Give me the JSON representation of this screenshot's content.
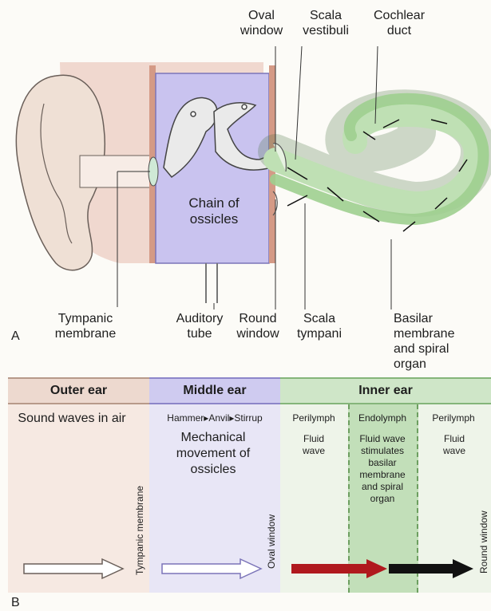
{
  "panel_a": {
    "letter": "A",
    "labels": {
      "oval_window": "Oval window",
      "scala_vestibuli": "Scala vestibuli",
      "cochlear_duct": "Cochlear duct",
      "chain_of_ossicles": "Chain of ossicles",
      "tympanic_membrane": "Tympanic membrane",
      "auditory_tube": "Auditory tube",
      "round_window": "Round window",
      "scala_tympani": "Scala tympani",
      "basilar_membrane": "Basilar membrane and spiral organ"
    }
  },
  "panel_b": {
    "letter": "B",
    "outer_ear": {
      "title": "Outer ear",
      "text": "Sound waves in air"
    },
    "middle_ear": {
      "title": "Middle ear",
      "sequence": "Hammer▸Anvil▸Stirrup",
      "text": "Mechanical movement of ossicles"
    },
    "inner_ear": {
      "title": "Inner ear",
      "perilymph_left": "Perilymph",
      "fluid_wave_left": "Fluid wave",
      "endolymph": "Endolymph",
      "endolymph_text": "Fluid wave stimulates basilar membrane and spiral organ",
      "perilymph_right": "Perilymph",
      "fluid_wave_right": "Fluid wave"
    },
    "boundaries": {
      "tympanic_membrane": "Tympanic membrane",
      "oval_window": "Oval window",
      "round_window": "Round window"
    }
  },
  "colors": {
    "outer": "#f6e9e2",
    "middle": "#cfcbf0",
    "inner": "#cfe6c8",
    "arrow_red": "#b0191e",
    "arrow_black": "#111111"
  }
}
